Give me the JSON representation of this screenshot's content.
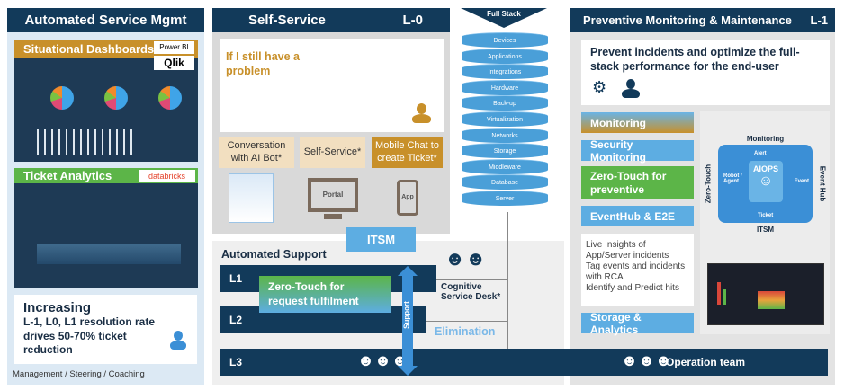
{
  "left": {
    "title": "Automated Service Mgmt",
    "dash_title": "Situational Dashboards",
    "dash_logos": [
      "Power BI",
      "Qlik"
    ],
    "ticket_title": "Ticket Analytics",
    "ticket_logo": "databricks",
    "increasing_title": "Increasing",
    "increasing_text": "L-1, L0, L1 resolution rate drives 50-70% ticket reduction",
    "footer": "Management / Steering / Coaching"
  },
  "self_service": {
    "title": "Self-Service",
    "level": "L-0",
    "problem": "If I still have a problem",
    "options": [
      "Conversation with AI Bot*",
      "Self-Service*",
      "Mobile Chat to create Ticket*"
    ],
    "portal": "Portal",
    "app": "App",
    "itsm": "ITSM"
  },
  "support": {
    "title": "Automated Support",
    "levels": [
      "L1",
      "L2",
      "L3"
    ],
    "zero_touch": "Zero-Touch for request fulfilment",
    "support_label": "Support",
    "cognitive": "Cognitive Service Desk*",
    "elimination": "Elimination",
    "operation_team": "Operation team"
  },
  "stack": {
    "title": "Full Stack",
    "layers": [
      "Devices",
      "Applications",
      "Integrations",
      "Hardware",
      "Back-up",
      "Virtualization",
      "Networks",
      "Storage",
      "Middleware",
      "Database",
      "Server"
    ]
  },
  "right": {
    "title": "Preventive Monitoring & Maintenance",
    "level": "L-1",
    "headline": "Prevent incidents and optimize the full-stack performance for the end-user",
    "items": [
      "Monitoring",
      "Security Monitoring",
      "Zero-Touch for preventive",
      "EventHub & E2E"
    ],
    "insights": [
      "Live Insights of App/Server incidents",
      "Tag events and incidents with RCA",
      "Identify and Predict hits"
    ],
    "storage": "Storage & Analytics",
    "aiops": {
      "center": "AIOPS",
      "top": "Monitoring",
      "bottom": "ITSM",
      "left": "Zero-Touch",
      "right": "Event Hub",
      "alert": "Alert",
      "event": "Event",
      "ticket": "Ticket",
      "robot": "Robot / Agent"
    }
  },
  "colors": {
    "navy": "#123a5a",
    "orange": "#c8902a",
    "green": "#5cb548",
    "blue": "#5dade2"
  }
}
